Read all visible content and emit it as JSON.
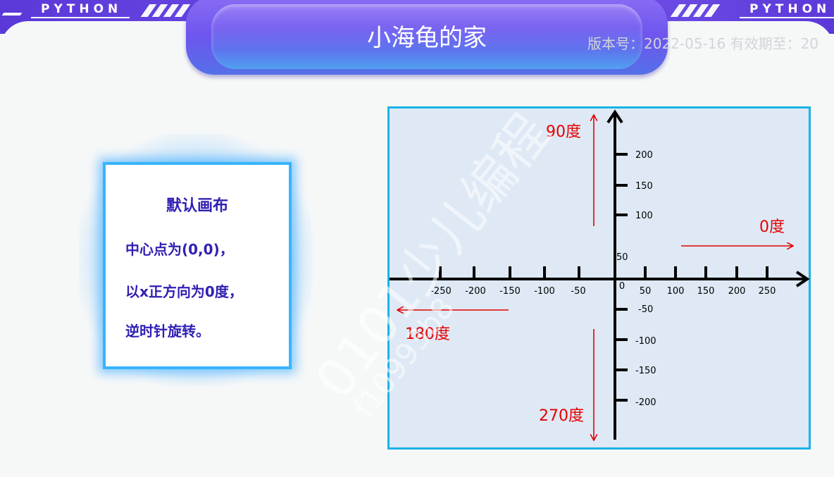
{
  "header": {
    "brand_left": "PYTHON",
    "brand_right": "PYTHON",
    "title": "小海龟的家",
    "version": "版本号：2022-05-16 有效期至：20"
  },
  "card": {
    "title": "默认画布",
    "lines": [
      "中心点为(0,0)，",
      "以x正方向为0度，",
      "逆时针旋转。"
    ]
  },
  "diagram": {
    "x_ticks": [
      "-250",
      "-200",
      "-150",
      "-100",
      "-50",
      "0",
      "50",
      "100",
      "150",
      "200",
      "250"
    ],
    "y_ticks": [
      "200",
      "150",
      "100",
      "50",
      "-50",
      "-100",
      "-150",
      "-200"
    ],
    "direction_labels": {
      "deg0": "0度",
      "deg90": "90度",
      "deg180": "180度",
      "deg270": "270度"
    },
    "colors": {
      "axis": "#000000",
      "arrow": "#e60000",
      "border": "#1ab3e6",
      "background": "#dee9f5"
    }
  },
  "watermark": {
    "line1": "0101少儿编程",
    "line2": "f10993b8"
  }
}
